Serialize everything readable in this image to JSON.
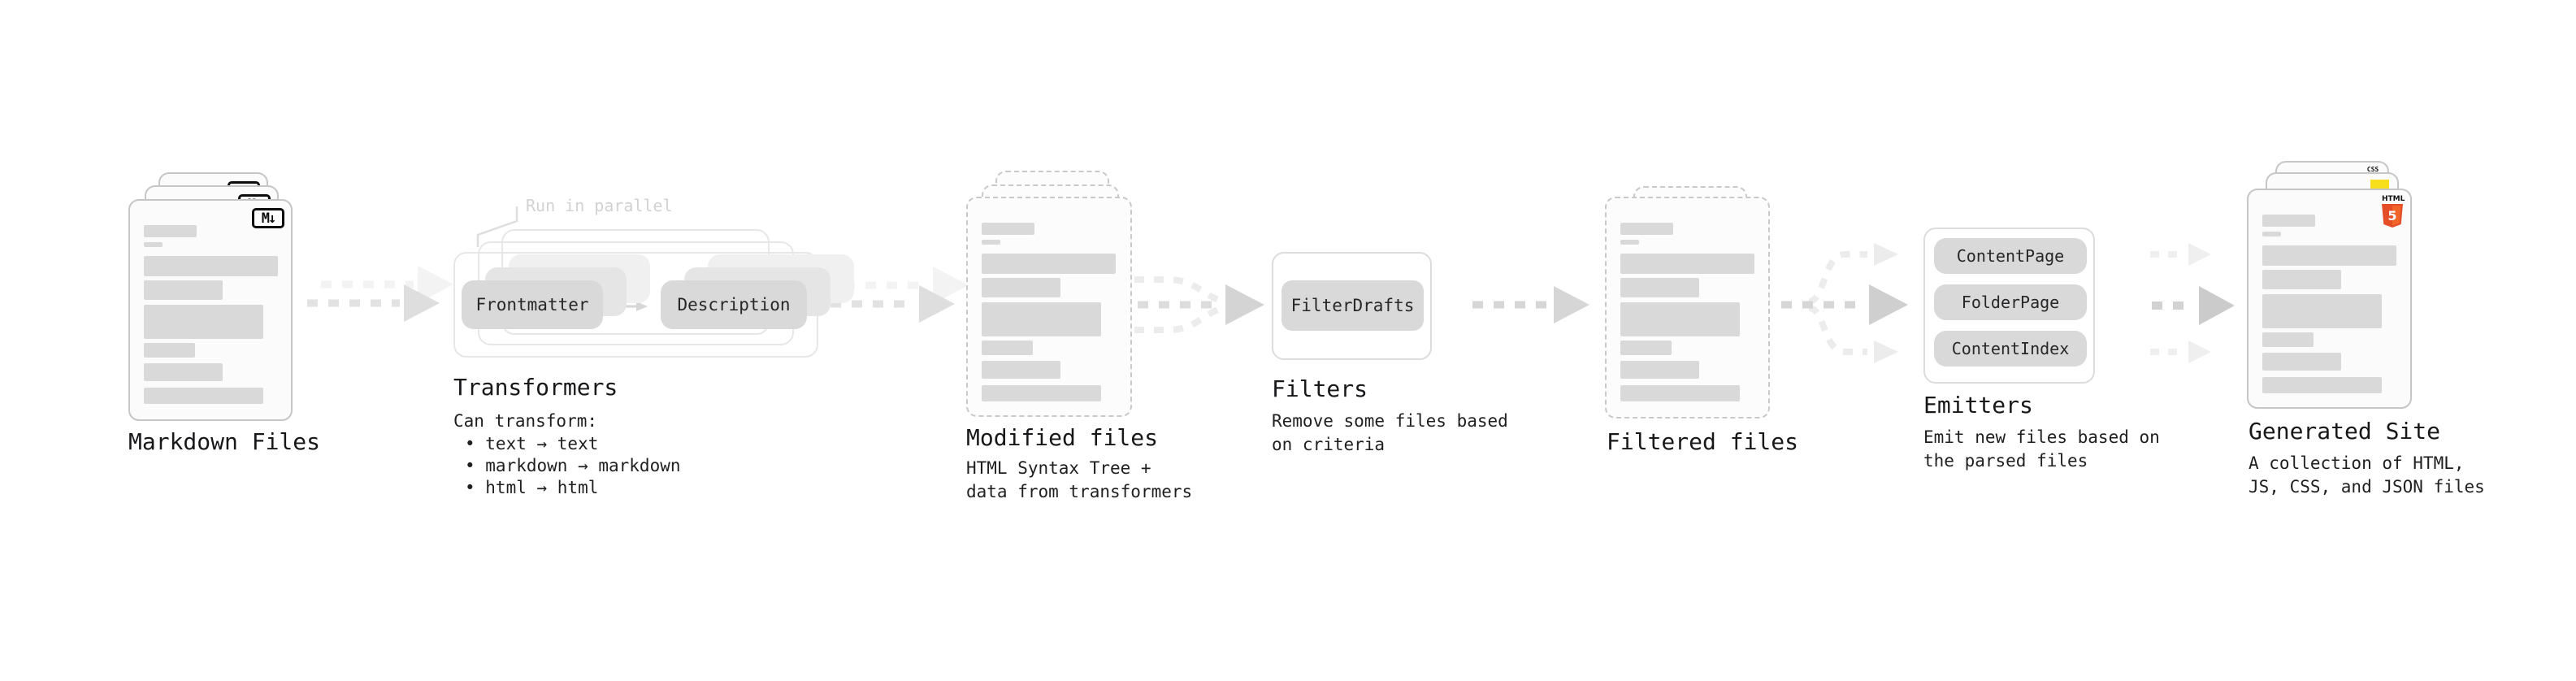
{
  "diagram": {
    "background": "#ffffff",
    "colors": {
      "card_fill": "#fbfbfb",
      "card_border": "#c6c6c6",
      "placeholder_bar": "#d9d9d9",
      "pill_fill": "#d9d9d9",
      "box_border": "#dcdcdc",
      "arrow_gray": "#d6d6d6",
      "arrow_dark": "#cbcbcb",
      "arrow_light": "#ececec",
      "note_gray": "#d2d2d2",
      "text_dark": "#18181b",
      "js_yellow": "#f7df1e",
      "css_blue": "#2f6df6",
      "html5_orange": "#e44d26"
    },
    "stages": {
      "markdown_files": {
        "label": "Markdown Files",
        "badge": "M↓"
      },
      "transformers": {
        "label": "Transformers",
        "note": "Run in parallel",
        "pills": [
          "Frontmatter",
          "Description"
        ],
        "caption_title": "Can transform:",
        "bullets": [
          "• text → text",
          "• markdown → markdown",
          "• html → html"
        ]
      },
      "modified_files": {
        "label": "Modified files",
        "caption": "HTML Syntax Tree +\ndata from transformers"
      },
      "filters": {
        "label": "Filters",
        "pills": [
          "FilterDrafts"
        ],
        "caption": "Remove some files based\non criteria"
      },
      "filtered_files": {
        "label": "Filtered files"
      },
      "emitters": {
        "label": "Emitters",
        "pills": [
          "ContentPage",
          "FolderPage",
          "ContentIndex"
        ],
        "caption": "Emit new files based on\nthe parsed files"
      },
      "generated_site": {
        "label": "Generated Site",
        "caption": "A collection of HTML,\nJS, CSS, and JSON files",
        "badges": {
          "html_label": "HTML",
          "html_number": "5",
          "css_label": "CSS"
        }
      }
    }
  }
}
